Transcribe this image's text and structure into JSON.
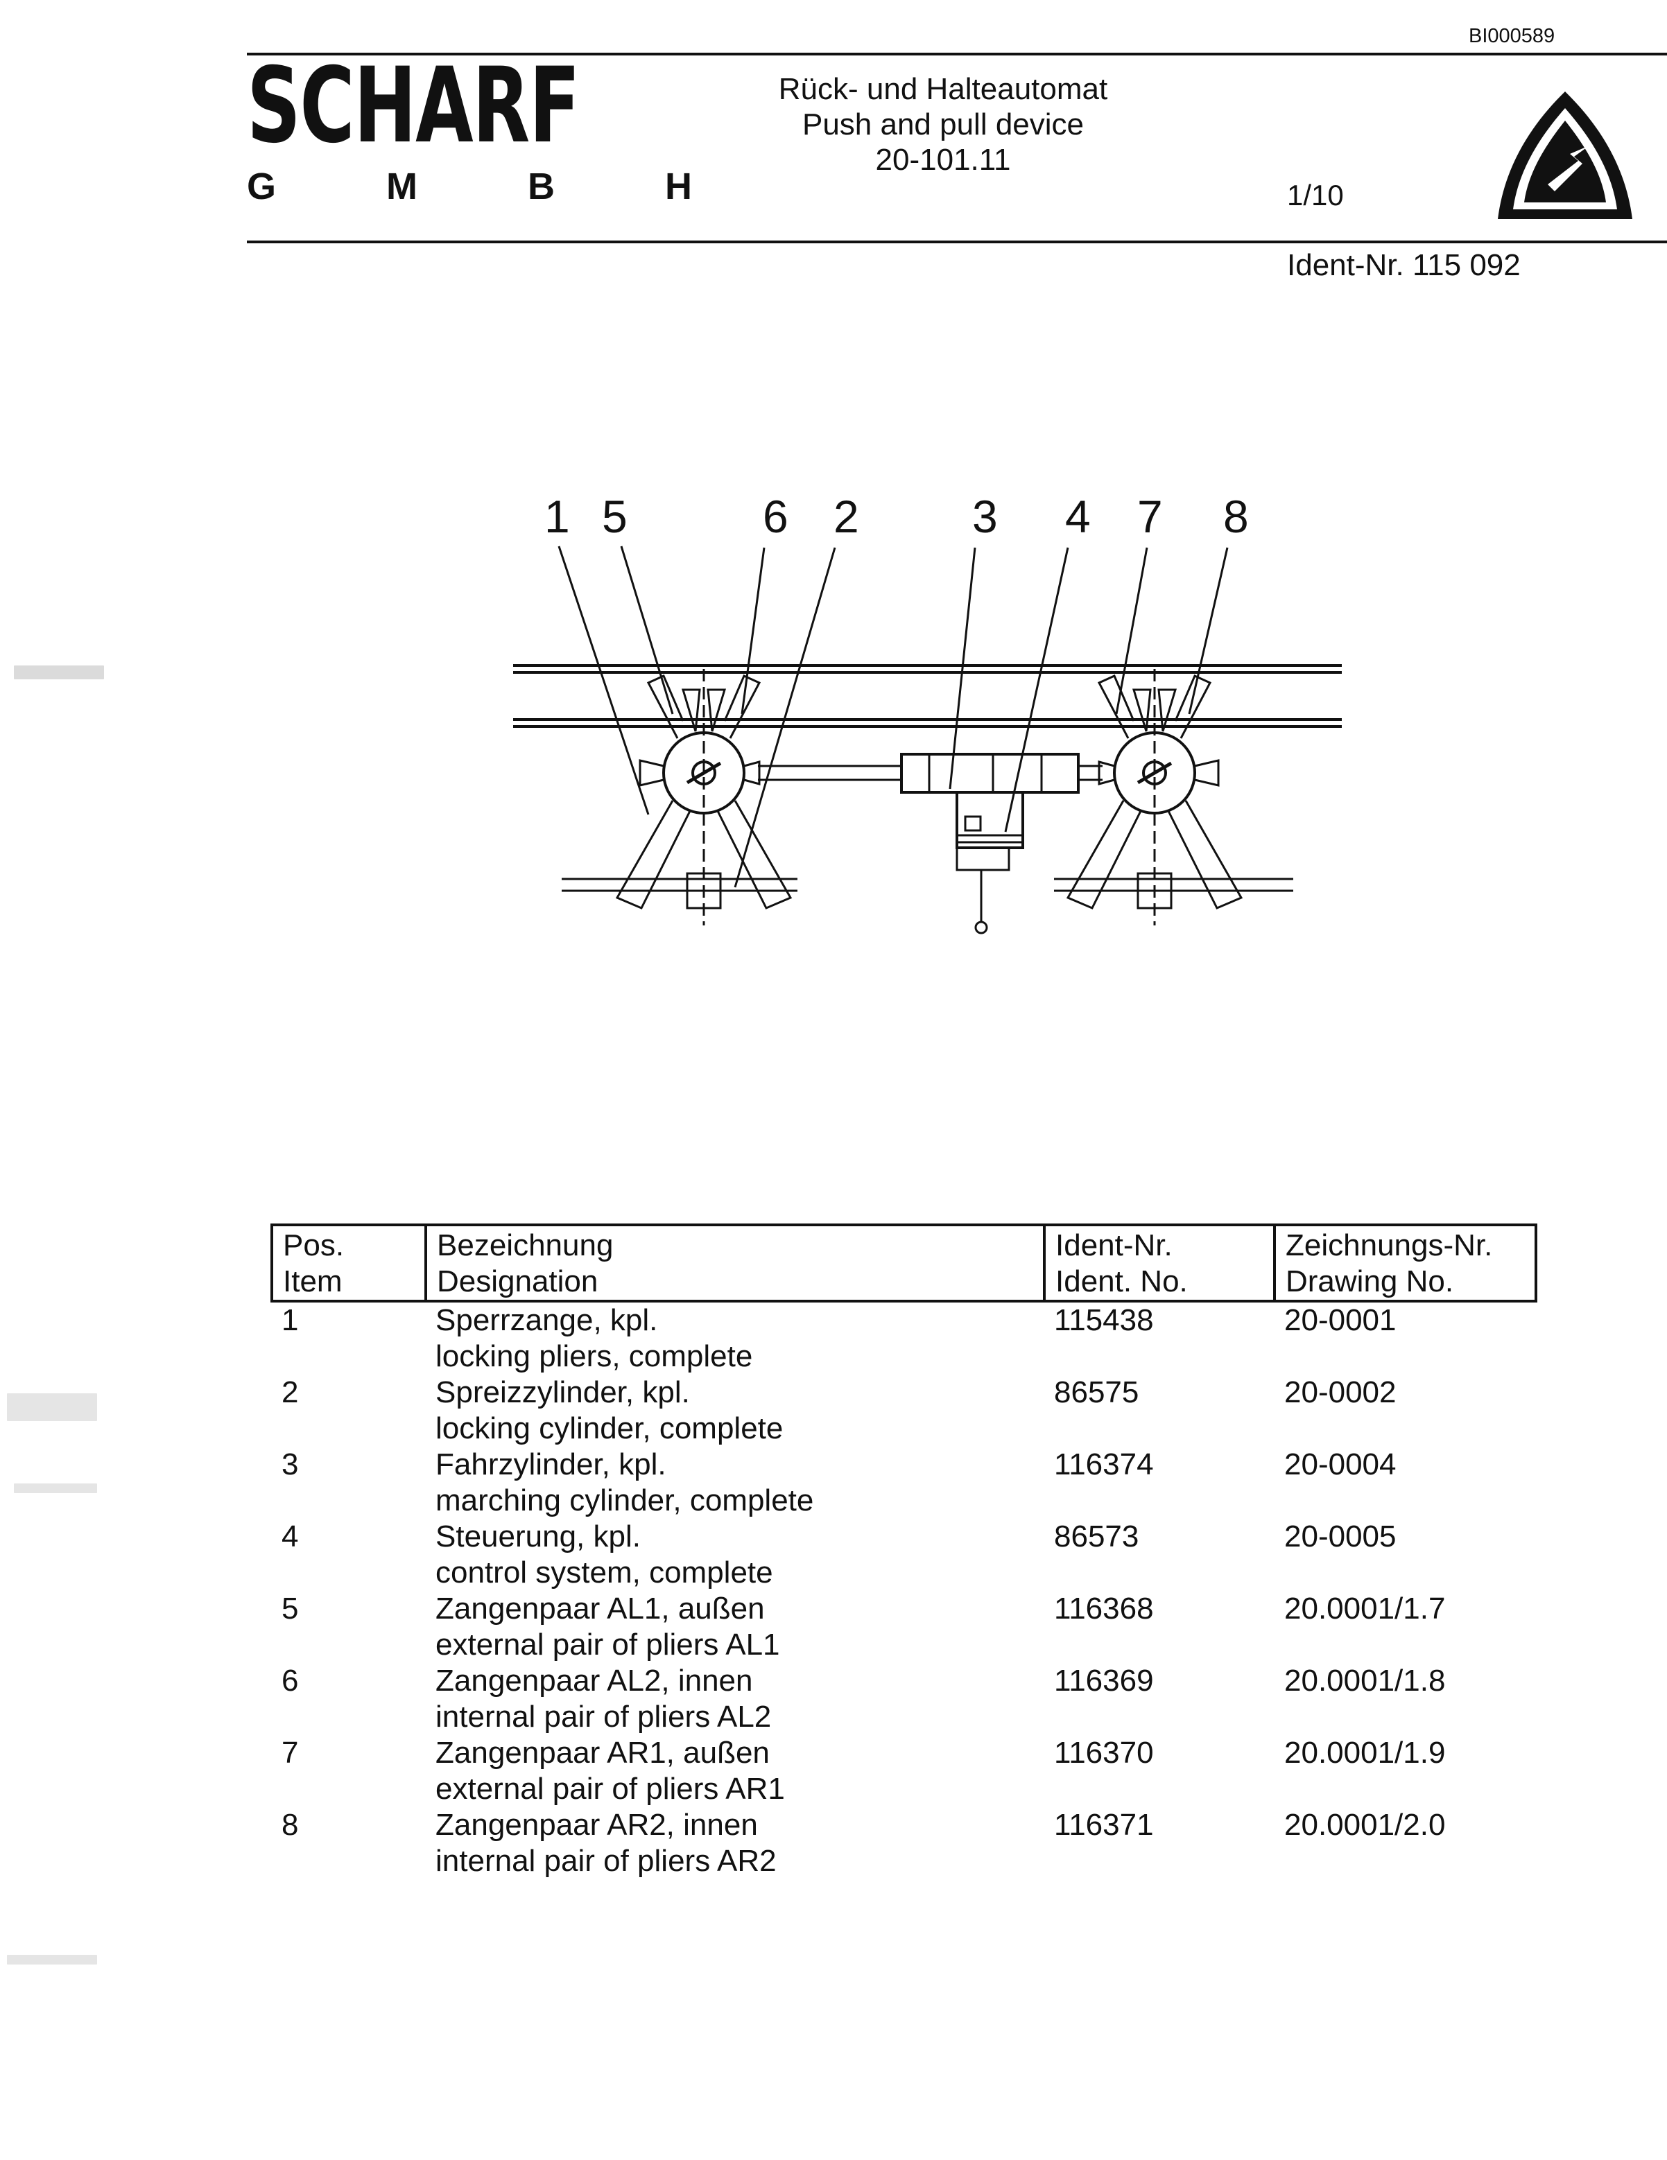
{
  "doc_number": "BI000589",
  "company": {
    "name": "SCHARF",
    "suffix": "G M B H"
  },
  "header": {
    "title_de": "Rück- und Halteautomat",
    "title_en": "Push and pull device",
    "drawing_ref": "20-101.11",
    "page": "1/10",
    "ident": "Ident-Nr. 115 092"
  },
  "drawing": {
    "callouts": [
      "1",
      "5",
      "6",
      "2",
      "3",
      "4",
      "7",
      "8"
    ]
  },
  "table": {
    "headers": [
      {
        "de": "Pos.",
        "en": "Item"
      },
      {
        "de": "Bezeichnung",
        "en": "Designation"
      },
      {
        "de": "Ident-Nr.",
        "en": "Ident. No."
      },
      {
        "de": "Zeichnungs-Nr.",
        "en": "Drawing No."
      }
    ],
    "rows": [
      {
        "pos": "1",
        "de": "Sperrzange, kpl.",
        "en": "locking pliers, complete",
        "ident": "115438",
        "drawing": "20-0001"
      },
      {
        "pos": "2",
        "de": "Spreizzylinder, kpl.",
        "en": "locking cylinder, complete",
        "ident": "86575",
        "drawing": "20-0002"
      },
      {
        "pos": "3",
        "de": "Fahrzylinder, kpl.",
        "en": "marching cylinder, complete",
        "ident": "116374",
        "drawing": "20-0004"
      },
      {
        "pos": "4",
        "de": "Steuerung, kpl.",
        "en": "control system, complete",
        "ident": "86573",
        "drawing": "20-0005"
      },
      {
        "pos": "5",
        "de": "Zangenpaar AL1, außen",
        "en": "external pair of pliers AL1",
        "ident": "116368",
        "drawing": "20.0001/1.7"
      },
      {
        "pos": "6",
        "de": "Zangenpaar AL2, innen",
        "en": "internal pair of pliers AL2",
        "ident": "116369",
        "drawing": "20.0001/1.8"
      },
      {
        "pos": "7",
        "de": "Zangenpaar AR1, außen",
        "en": "external pair of pliers AR1",
        "ident": "116370",
        "drawing": "20.0001/1.9"
      },
      {
        "pos": "8",
        "de": "Zangenpaar AR2, innen",
        "en": "internal pair of pliers AR2",
        "ident": "116371",
        "drawing": "20.0001/2.0"
      }
    ]
  }
}
